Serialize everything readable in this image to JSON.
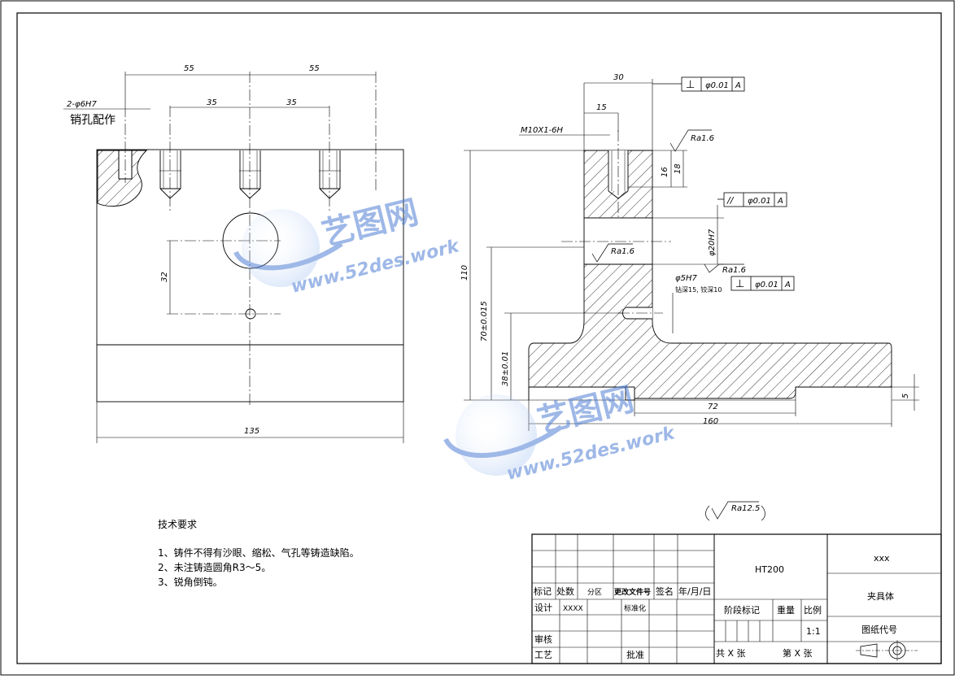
{
  "front_view": {
    "dims": {
      "top_left": "55",
      "top_right": "55",
      "mid_left": "35",
      "mid_right": "35",
      "height": "32",
      "width": "135"
    },
    "pin_label": "2-φ6H7",
    "pin_note": "销孔配作"
  },
  "section_view": {
    "dims": {
      "top": "30",
      "second": "15",
      "thread": "M10X1-6H",
      "depth16": "16",
      "depth18": "18",
      "bore": "φ20H7",
      "hole": "φ5H7",
      "hole_depth": "钻深15, 铰深10",
      "total_height": "110",
      "h70": "70±0.015",
      "h38": "38±0.01",
      "d72": "72",
      "d160": "160",
      "d5": "5"
    },
    "roughness": {
      "top": "Ra1.6",
      "mid": "Ra1.6",
      "right": "Ra1.6",
      "general": "Ra12.5"
    },
    "tolerance": {
      "perp_top": {
        "symbol": "⊥",
        "value": "φ0.01",
        "datum": "A"
      },
      "parallel": {
        "symbol": "//",
        "value": "φ0.01",
        "datum": "A"
      },
      "perp_mid": {
        "symbol": "⊥",
        "value": "φ0.01",
        "datum": "A"
      },
      "datum_label": "A"
    }
  },
  "technical_requirements": {
    "title": "技术要求",
    "items": [
      "1、铸件不得有沙眼、缩松、气孔等铸造缺陷。",
      "2、未注铸造圆角R3～5。",
      "3、锐角倒钝。"
    ]
  },
  "title_block": {
    "material": "HT200",
    "company": "xxx",
    "part_name": "夹具体",
    "drawing_code": "图纸代号",
    "stage_mark": "阶段标记",
    "weight": "重量",
    "scale_label": "比例",
    "scale_value": "1:1",
    "total_sheets": "共  X  张",
    "sheet_no": "第  X  张",
    "rev_headers": [
      "标记",
      "处数",
      "分区",
      "更改文件号",
      "签名",
      "年/月/日"
    ],
    "designer_label": "设计",
    "designer_value": "XXXX",
    "standardization": "标准化",
    "review": "审核",
    "process": "工艺",
    "approve": "批准"
  },
  "watermark": {
    "brand": "艺图网",
    "url": "www.52des.work"
  },
  "colors": {
    "line": "#000000",
    "watermark_blue": "#4f7fd4",
    "watermark_light": "#9fbef0"
  }
}
